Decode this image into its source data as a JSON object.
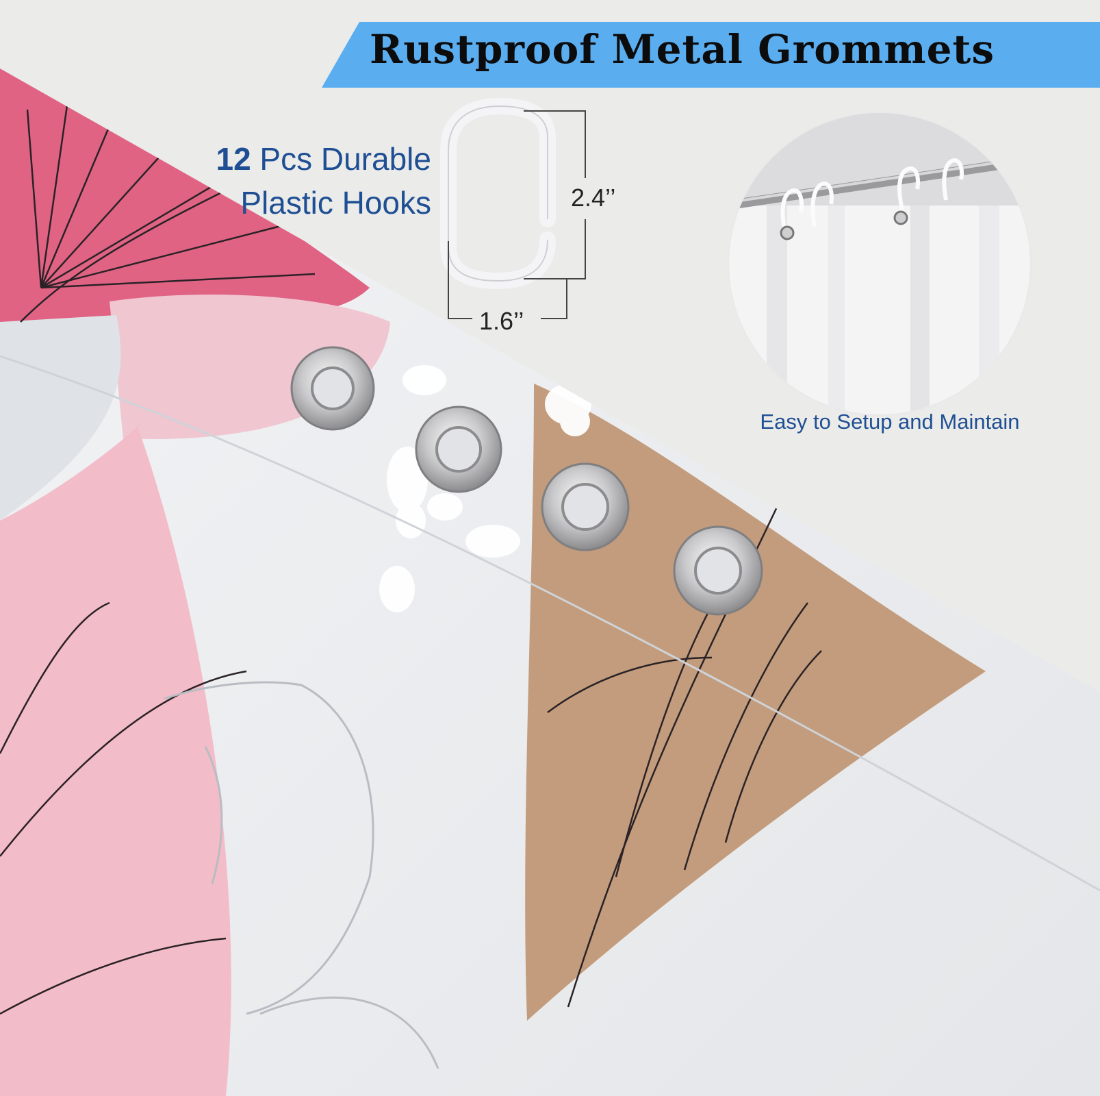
{
  "banner": {
    "title": "Rustproof Metal Grommets",
    "color": "#5aaef0"
  },
  "hooks": {
    "count": "12",
    "label_rest": " Pcs Durable",
    "label_line2": "Plastic Hooks",
    "height_dim": "2.4’’",
    "width_dim": "1.6’’"
  },
  "setup_caption": "Easy to Setup and Maintain",
  "colors": {
    "accent_text": "#1f4f93",
    "pink_dark": "#e0607f",
    "pink_light": "#f1b9c8",
    "tan": "#c19a78",
    "fabric": "#eef0f2",
    "grommet": "#b9b9bb"
  }
}
